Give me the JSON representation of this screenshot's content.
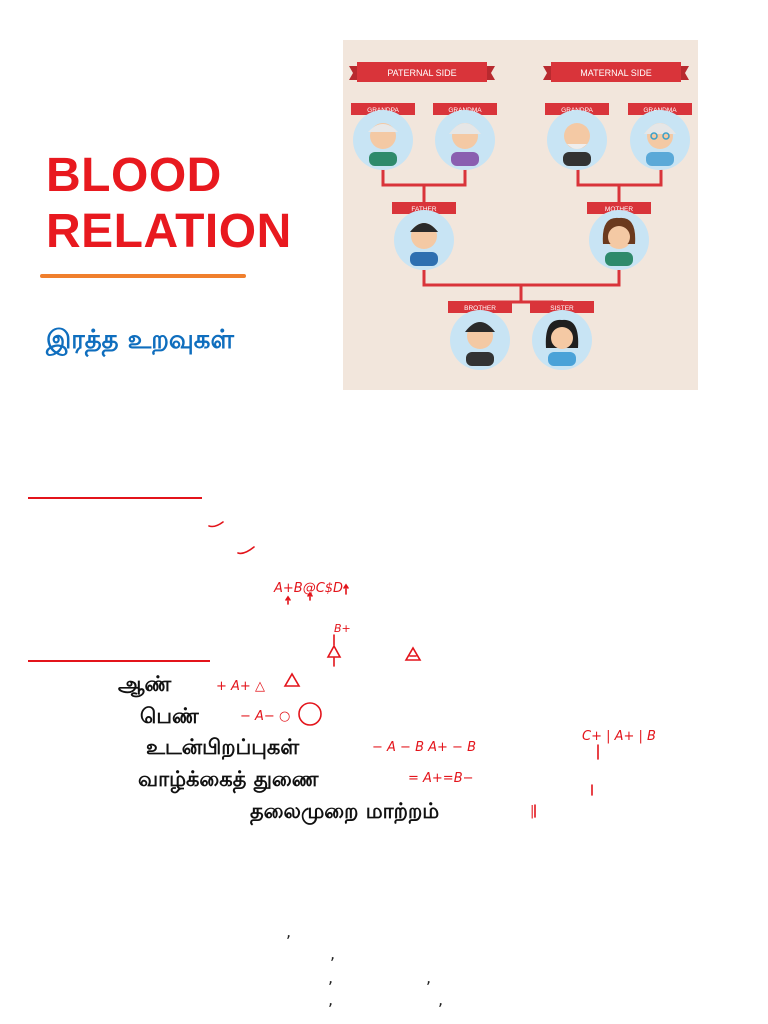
{
  "title": {
    "line1": "BLOOD",
    "line2": "RELATION"
  },
  "subtitle": "இரத்த உறவுகள்",
  "family_tree": {
    "paternal_label": "PATERNAL SIDE",
    "maternal_label": "MATERNAL SIDE",
    "grandpa_label": "GRANDPA",
    "grandma_label": "GRANDMA",
    "father_label": "FATHER",
    "mother_label": "MOTHER",
    "brother_label": "BROTHER",
    "sister_label": "SISTER",
    "accent_color": "#d9343a",
    "background_color": "#f2e6dc"
  },
  "terms": {
    "male": "ஆண்",
    "female": "பெண்",
    "siblings": "உடன்பிறப்புகள்",
    "spouse": "வாழ்க்கைத் துணை",
    "generation": "தலைமுறை மாற்றம்"
  },
  "handwritten": {
    "relation_example": "A+B@C$D",
    "vertical_chain_top": "B+",
    "male_symbols": "+  A+  △",
    "female_symbols": "−  A−  ○",
    "siblings_symbols": "−  A − B      A+ − B",
    "spouse_symbols": "=  A+=B−",
    "generation_symbol": "|",
    "right_chain": "C+ | A+ | B"
  },
  "colors": {
    "title": "#e8191f",
    "subtitle": "#0f6ebe",
    "ink": "#e3141b",
    "underline": "#f07f2d"
  }
}
